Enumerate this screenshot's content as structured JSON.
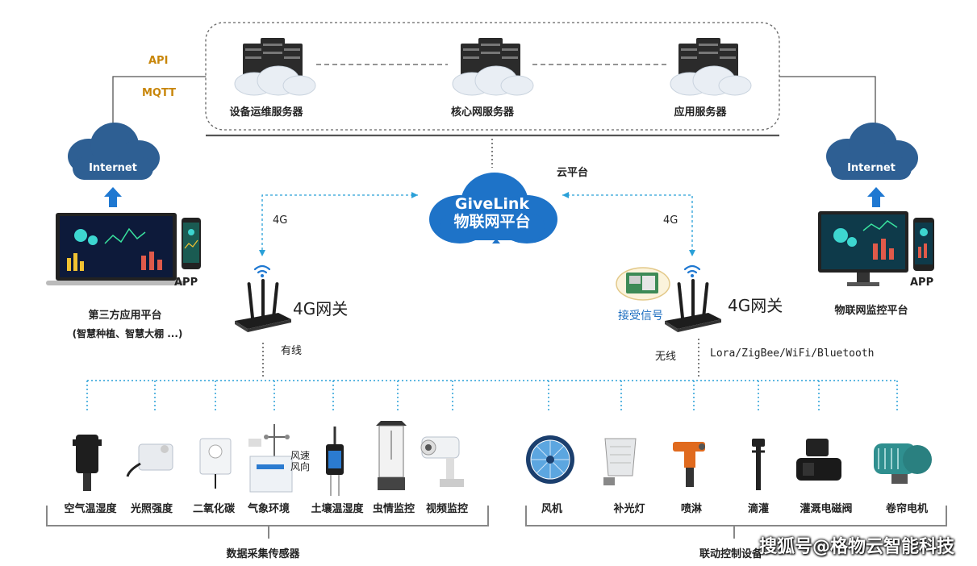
{
  "cloud_servers": {
    "device_ops": "设备运维服务器",
    "core_network": "核心网服务器",
    "application": "应用服务器"
  },
  "protocols": {
    "api": "API",
    "mqtt": "MQTT"
  },
  "cloud_platform_label": "云平台",
  "platform": {
    "line1": "GiveLink",
    "line2": "物联网平台"
  },
  "internet_left": "Internet",
  "internet_right": "Internet",
  "link_left": "4G",
  "link_right": "4G",
  "third_party": {
    "app": "APP",
    "title": "第三方应用平台",
    "subtitle": "(智慧种植、智慧大棚 ...)"
  },
  "monitor_platform": {
    "app": "APP",
    "title": "物联网监控平台"
  },
  "gateway_left": {
    "title": "4G网关",
    "link": "有线"
  },
  "gateway_right": {
    "title": "4G网关",
    "link": "无线",
    "module_label": "接受信号",
    "protocols": "Lora/ZigBee/WiFi/Bluetooth"
  },
  "sensors": {
    "group_title": "数据采集传感器",
    "items": [
      "空气温湿度",
      "光照强度",
      "二氧化碳",
      "气象环境",
      "土壤温湿度",
      "虫情监控",
      "视频监控"
    ],
    "weather_side_label": "风速\n风向"
  },
  "controllers": {
    "group_title": "联动控制设备",
    "items": [
      "风机",
      "补光灯",
      "喷淋",
      "滴灌",
      "灌溉电磁阀",
      "卷帘电机"
    ]
  },
  "watermark": "搜狐号@格物云智能科技",
  "colors": {
    "accent": "#1f78d1",
    "cloud": "#2e5f93",
    "dashed": "#2aa0d8",
    "orange": "#c8860a"
  }
}
